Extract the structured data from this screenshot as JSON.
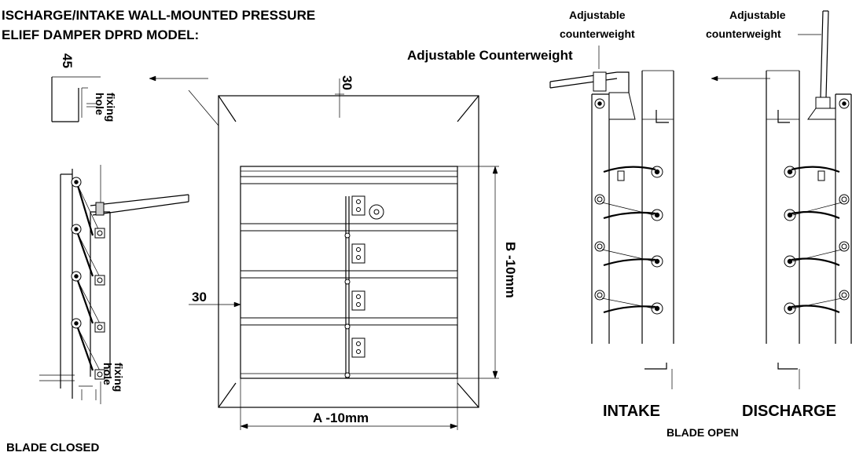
{
  "title": {
    "line1": "ISCHARGE/INTAKE WALL-MOUNTED PRESSURE",
    "line2": "ELIEF DAMPER DPRD MODEL:"
  },
  "labels": {
    "adjustable_counterweight_main": "Adjustable Counterweight",
    "intake_cw_line1": "Adjustable",
    "intake_cw_line2": "counterweight",
    "discharge_cw_line1": "Adjustable",
    "discharge_cw_line2": "counterweight",
    "fixing_hole_top_1": "fixing",
    "fixing_hole_top_2": "hole",
    "fixing_hole_bottom_1": "fixing",
    "fixing_hole_bottom_2": "hole",
    "blade_closed": "BLADE CLOSED",
    "blade_open": "BLADE OPEN",
    "intake": "INTAKE",
    "discharge": "DISCHARGE"
  },
  "dimensions": {
    "depth": "45",
    "top_flange": "30",
    "left_flange": "30",
    "width": "A -10mm",
    "height": "B -10mm"
  }
}
